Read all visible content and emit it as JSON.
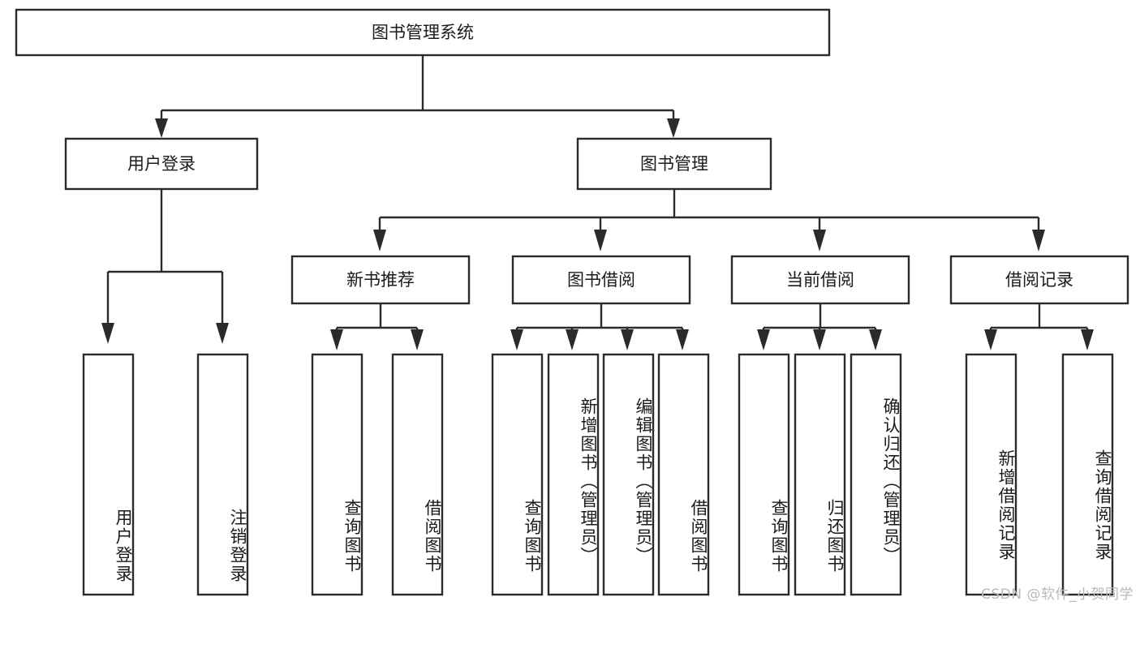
{
  "diagram": {
    "title": "图书管理系统",
    "root": {
      "id": "root",
      "label": "图书管理系统",
      "orientation": "horizontal"
    },
    "level2": [
      {
        "id": "user-login",
        "label": "用户登录",
        "orientation": "horizontal"
      },
      {
        "id": "book-manage",
        "label": "图书管理",
        "orientation": "horizontal"
      }
    ],
    "level3": [
      {
        "id": "new-book-recommend",
        "label": "新书推荐",
        "orientation": "horizontal",
        "parent": "book-manage"
      },
      {
        "id": "book-borrow",
        "label": "图书借阅",
        "orientation": "horizontal",
        "parent": "book-manage"
      },
      {
        "id": "current-borrow",
        "label": "当前借阅",
        "orientation": "horizontal",
        "parent": "book-manage"
      },
      {
        "id": "borrow-record",
        "label": "借阅记录",
        "orientation": "horizontal",
        "parent": "book-manage"
      }
    ],
    "leaves": [
      {
        "id": "leaf-user-login",
        "label": "用户登录",
        "orientation": "vertical",
        "parent": "user-login"
      },
      {
        "id": "leaf-user-logout",
        "label": "注销登录",
        "orientation": "vertical",
        "parent": "user-login"
      },
      {
        "id": "leaf-query-book-1",
        "label": "查询图书",
        "orientation": "vertical",
        "parent": "new-book-recommend"
      },
      {
        "id": "leaf-borrow-book-1",
        "label": "借阅图书",
        "orientation": "vertical",
        "parent": "new-book-recommend"
      },
      {
        "id": "leaf-query-book-2",
        "label": "查询图书",
        "orientation": "vertical",
        "parent": "book-borrow"
      },
      {
        "id": "leaf-add-book",
        "label": "新增图书（管理员）",
        "orientation": "vertical",
        "parent": "book-borrow"
      },
      {
        "id": "leaf-edit-book",
        "label": "编辑图书（管理员）",
        "orientation": "vertical",
        "parent": "book-borrow"
      },
      {
        "id": "leaf-borrow-book-2",
        "label": "借阅图书",
        "orientation": "vertical",
        "parent": "book-borrow"
      },
      {
        "id": "leaf-query-book-3",
        "label": "查询图书",
        "orientation": "vertical",
        "parent": "current-borrow"
      },
      {
        "id": "leaf-return-book",
        "label": "归还图书",
        "orientation": "vertical",
        "parent": "current-borrow"
      },
      {
        "id": "leaf-confirm-return",
        "label": "确认归还（管理员）",
        "orientation": "vertical",
        "parent": "current-borrow"
      },
      {
        "id": "leaf-add-record",
        "label": "新增借阅记录",
        "orientation": "vertical",
        "parent": "borrow-record"
      },
      {
        "id": "leaf-query-record",
        "label": "查询借阅记录",
        "orientation": "vertical",
        "parent": "borrow-record"
      }
    ],
    "colors": {
      "box_stroke": "#2b2b2b",
      "box_fill": "#ffffff",
      "text": "#1b1b1b",
      "background": "#ffffff",
      "watermark": "#b9b9b9"
    }
  },
  "watermark": {
    "text": "CSDN @软件_小贺同学"
  }
}
